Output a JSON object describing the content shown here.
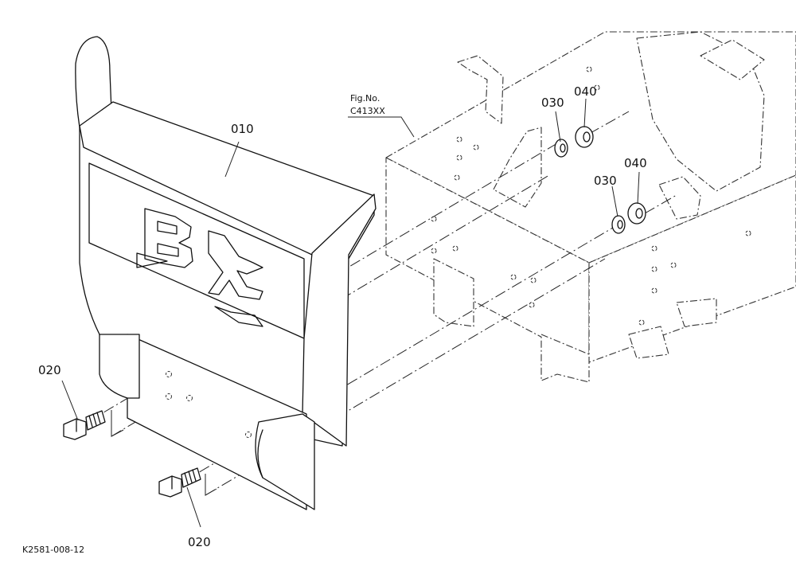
{
  "figure_ref": {
    "line1": "Fig.No.",
    "line2": "C413XX"
  },
  "callouts": {
    "guard": "010",
    "bolt_left": "020",
    "bolt_bottom": "020",
    "washer_upper": "030",
    "spacer_upper": "040",
    "washer_lower": "030",
    "spacer_lower": "040"
  },
  "drawing_code": "K2581-008-12",
  "logo_text": "BX"
}
